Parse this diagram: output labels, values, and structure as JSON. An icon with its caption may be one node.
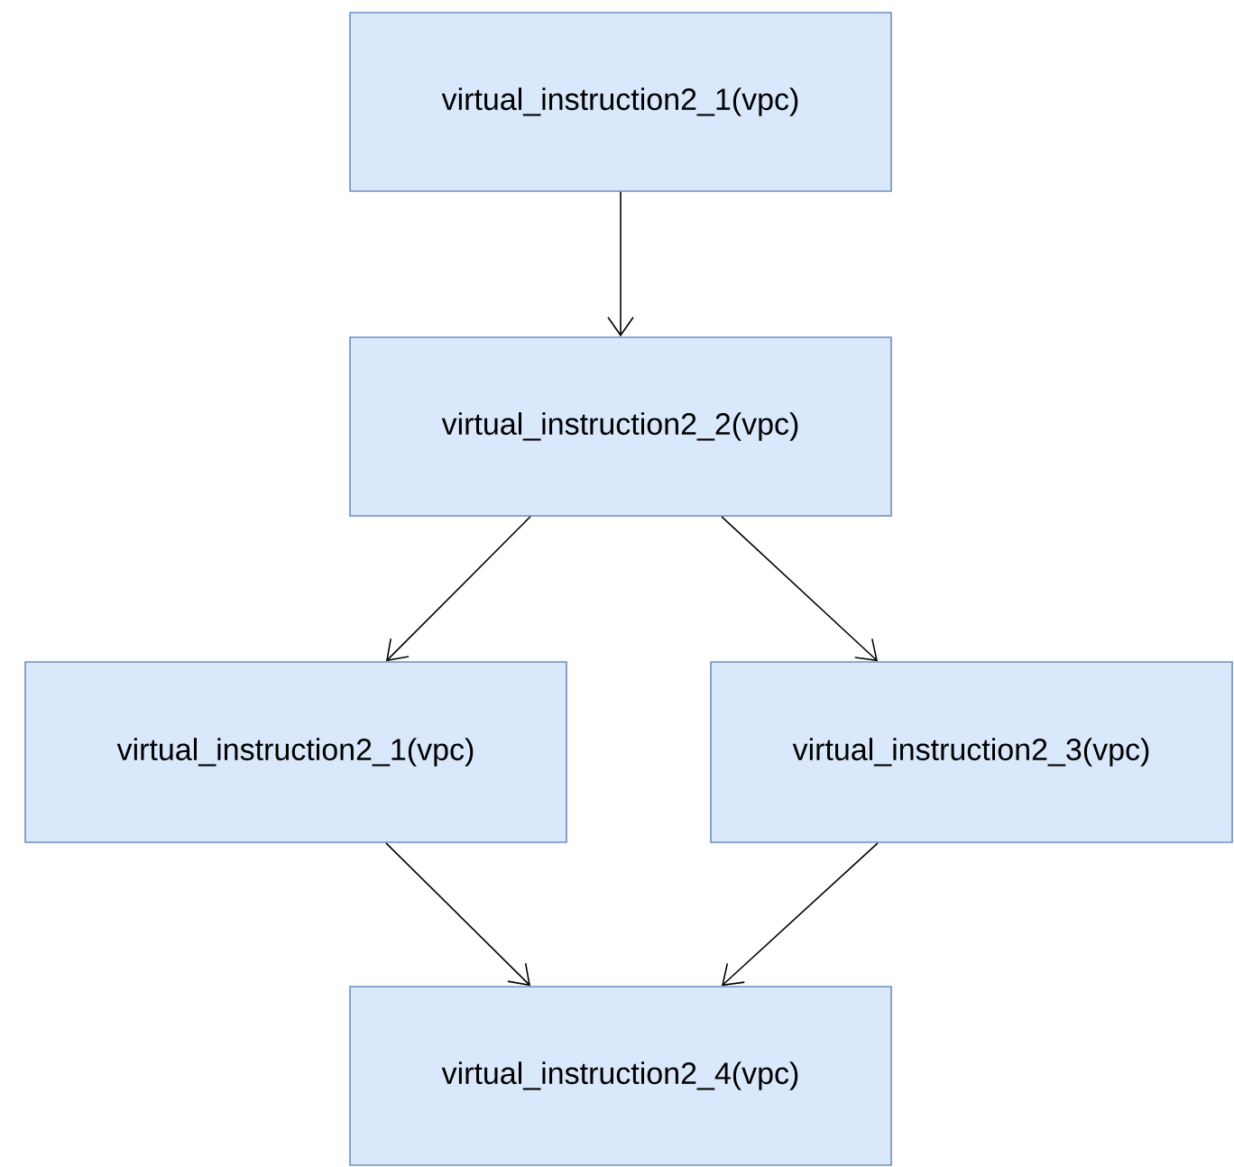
{
  "diagram": {
    "nodes": [
      {
        "text": [
          "virtual_instruction2_1(vpc)"
        ]
      },
      {
        "text": [
          "virtual_instruction2_2(vpc)"
        ]
      },
      {
        "text": [
          "virtual_instruction2_1(vpc)"
        ]
      },
      {
        "text": [
          "virtual_instruction2_3(vpc)"
        ]
      },
      {
        "text": [
          "virtual_instruction2_4(vpc)"
        ]
      }
    ],
    "edges": [
      {
        "from": 0,
        "to": 1,
        "arrow": "to"
      },
      {
        "from": 1,
        "to": 2,
        "arrow": "to"
      },
      {
        "from": 1,
        "to": 3,
        "arrow": "to"
      },
      {
        "from": 2,
        "to": 4,
        "arrow": "to"
      },
      {
        "from": 3,
        "to": 4,
        "arrow": "to"
      }
    ]
  }
}
